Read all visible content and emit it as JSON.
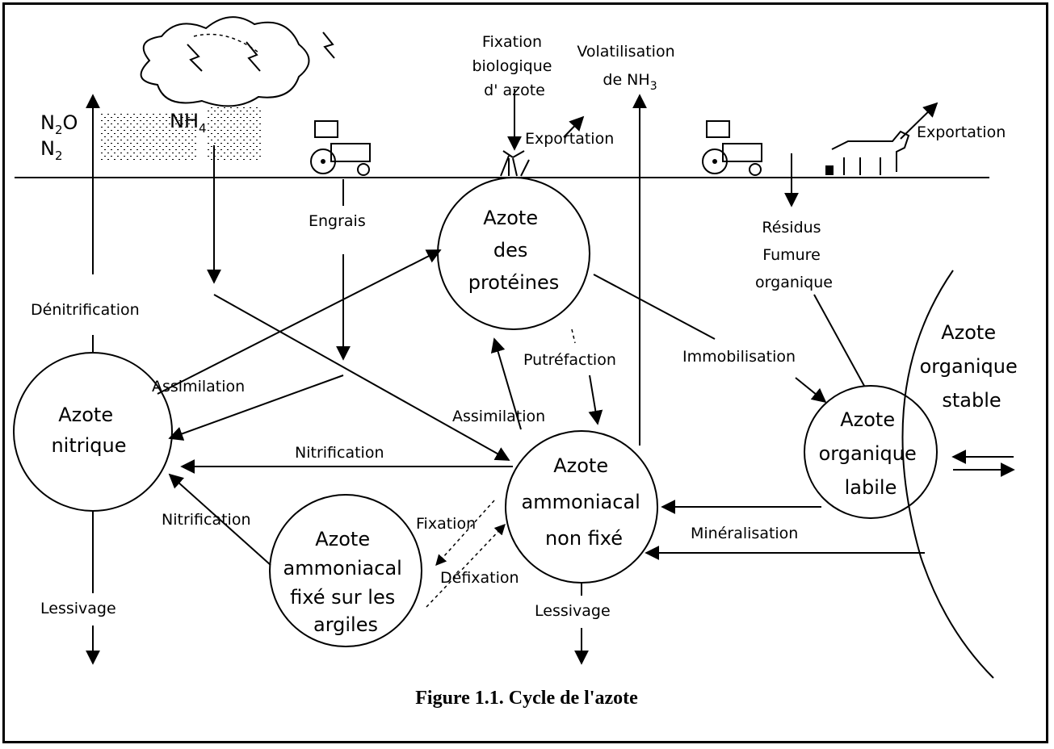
{
  "pools": {
    "nitrique": [
      "Azote",
      "nitrique"
    ],
    "proteines": [
      "Azote",
      "des",
      "protéines"
    ],
    "ammoniacal_non_fixe": [
      "Azote",
      "ammoniacal",
      "non fixé"
    ],
    "ammoniacal_fixe": [
      "Azote",
      "ammoniacal",
      "fixé sur les",
      "argiles"
    ],
    "organique_labile": [
      "Azote",
      "organique",
      "labile"
    ],
    "organique_stable": [
      "Azote",
      "organique",
      "stable"
    ]
  },
  "atmosphere": {
    "n2o": "N",
    "n2o_sub": "2",
    "n2o_tail": "O",
    "n2": "N",
    "n2_sub": "2",
    "nh4": "NH",
    "nh4_sub": "4"
  },
  "fixation_bio": [
    "Fixation",
    "biologique",
    "d' azote"
  ],
  "volatilisation": {
    "line1": "Volatilisation",
    "line2": "de NH",
    "sub": "3"
  },
  "exportation_1": "Exportation",
  "exportation_2": "Exportation",
  "residus": [
    "Résidus",
    "Fumure",
    "organique"
  ],
  "processes": {
    "engrais": "Engrais",
    "denitrification": "Dénitrification",
    "assimilation_left": "Assimilation",
    "assimilation_center": "Assimilation",
    "putrefaction": "Putréfaction",
    "immobilisation": "Immobilisation",
    "nitrification_top": "Nitrification",
    "nitrification_bottom": "Nitrification",
    "fixation": "Fixation",
    "defixation": "Défixation",
    "mineralisation": "Minéralisation",
    "lessivage_left": "Lessivage",
    "lessivage_center": "Lessivage"
  },
  "caption": "Figure 1.1. Cycle de l'azote"
}
